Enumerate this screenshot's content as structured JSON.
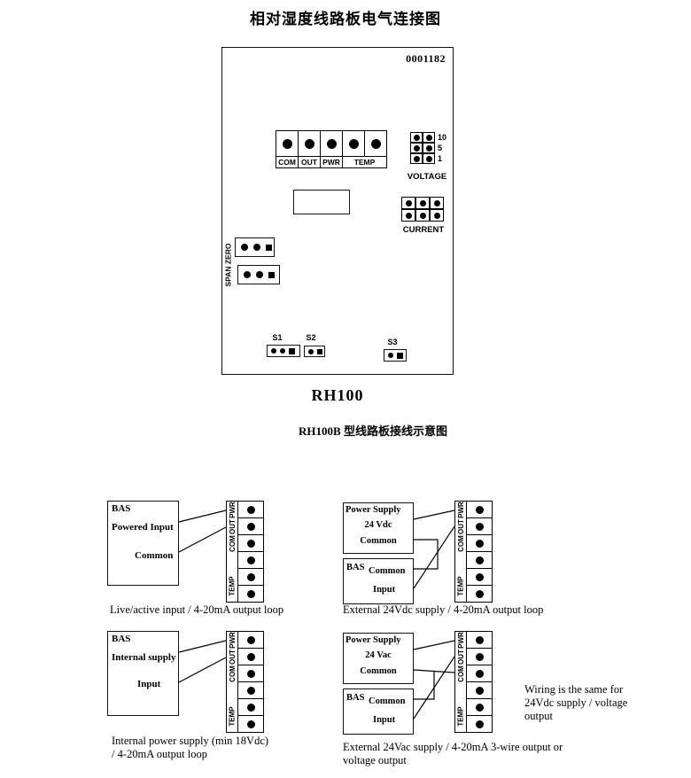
{
  "page": {
    "title": "相对湿度线路板电气连接图"
  },
  "board": {
    "serial": "0001182",
    "terminal_labels": [
      "COM",
      "OUT",
      "PWR",
      "TEMP"
    ],
    "voltage": {
      "label": "VOLTAGE",
      "ticks": [
        "10",
        "5",
        "1"
      ]
    },
    "current_label": "CURRENT",
    "span_zero_label": "SPAN ZERO",
    "switch_labels": [
      "S1",
      "S2",
      "S3"
    ],
    "model": "RH100",
    "caption": "RH100B 型线路板接线示意图"
  },
  "strip": {
    "labels": [
      "PWR",
      "OUT",
      "COM",
      "TEMP"
    ]
  },
  "diagrams": {
    "live": {
      "bas_title": "BAS",
      "bas_line1": "Powered Input",
      "bas_line2": "Common",
      "caption": "Live/active input / 4-20mA output loop"
    },
    "ext_dc": {
      "ps_title": "Power Supply",
      "ps_line1": "24 Vdc",
      "ps_line2": "Common",
      "bas_title": "BAS",
      "bas_line1": "Common",
      "bas_line2": "Input",
      "caption": "External 24Vdc supply / 4-20mA output loop"
    },
    "internal": {
      "bas_title": "BAS",
      "bas_line1": "Internal supply",
      "bas_line2": "Input",
      "caption1": "Internal power supply (min 18Vdc)",
      "caption2": "/ 4-20mA output loop"
    },
    "ext_ac": {
      "ps_title": "Power Supply",
      "ps_line1": "24 Vac",
      "ps_line2": "Common",
      "bas_title": "BAS",
      "bas_line1": "Common",
      "bas_line2": "Input",
      "note1": "Wiring is the same for",
      "note2": "24Vdc supply / voltage",
      "note3": "output",
      "caption1": "External 24Vac supply / 4-20mA 3-wire output or",
      "caption2": "voltage output"
    }
  }
}
